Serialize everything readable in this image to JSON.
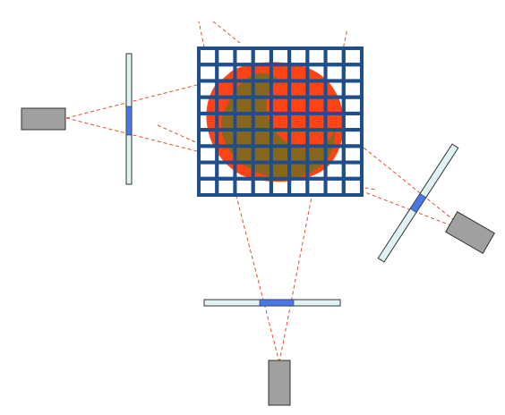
{
  "diagram": {
    "grid": {
      "rows": 9,
      "cols": 9
    },
    "colors": {
      "grid_line": "#1f4e8c",
      "grid_cell": "#ffffff",
      "blob_outer": "#ff3300",
      "blob_inner": "#7a6a1f",
      "ray": "#e0502a",
      "camera_body": "#a0a0a0",
      "camera_stroke": "#333333",
      "image_plane": "#dff3f5",
      "image_plane_stroke": "#333333",
      "projection": "#4a78e8"
    },
    "cameras": [
      {
        "id": "left",
        "orientation": "facing-right"
      },
      {
        "id": "right",
        "orientation": "facing-upper-left"
      },
      {
        "id": "bottom",
        "orientation": "facing-up"
      }
    ]
  }
}
